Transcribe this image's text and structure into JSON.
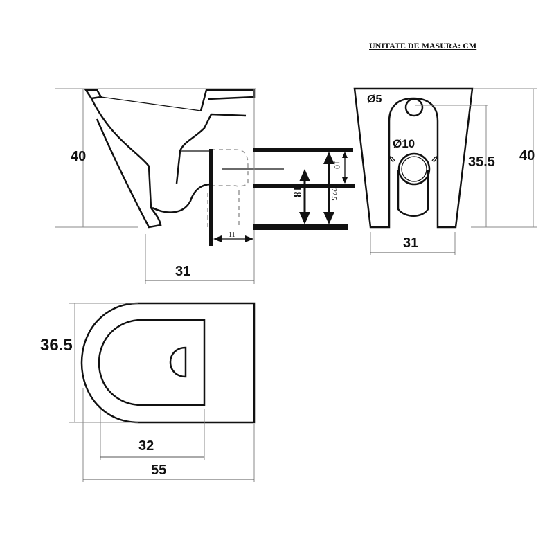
{
  "unit_label": "UNITATE DE MASURA: CM",
  "side_view": {
    "height": "40",
    "depth": "31",
    "wall_gap": "11",
    "pipe_a": "18",
    "pipe_b": "22.5",
    "pipe_c": "10"
  },
  "front_view": {
    "small_hole": "Ø5",
    "large_hole": "Ø10",
    "inner_height": "35.5",
    "height": "40",
    "width": "31"
  },
  "top_view": {
    "width": "36.5",
    "inner_length": "32",
    "length": "55"
  }
}
